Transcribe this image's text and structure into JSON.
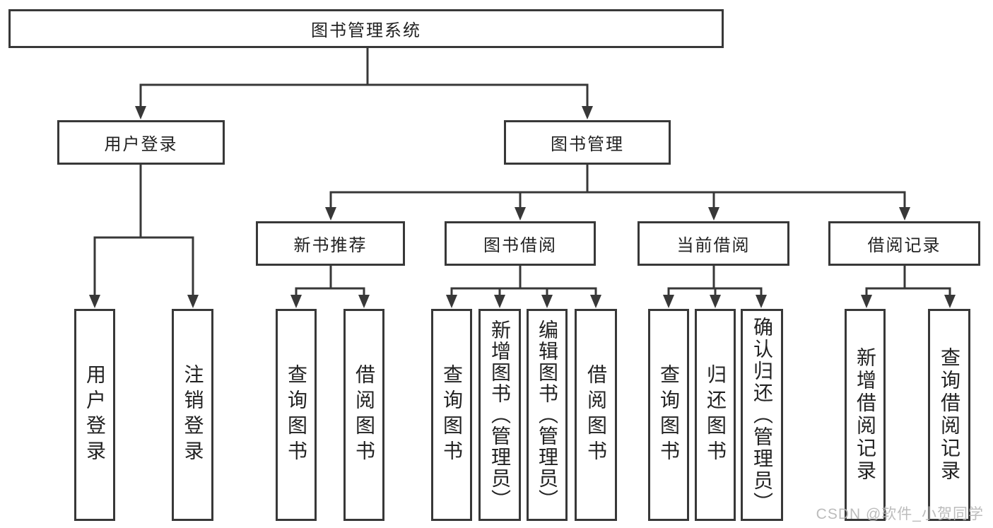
{
  "watermark": "CSDN @软件_小贺同学",
  "colors": {
    "line": "#383838",
    "text": "#222222",
    "background": "#ffffff",
    "watermark": "#b5b5b5"
  },
  "nodes": {
    "root": "图书管理系统",
    "level2": [
      "用户登录",
      "图书管理"
    ],
    "level3": [
      "新书推荐",
      "图书借阅",
      "当前借阅",
      "借阅记录"
    ],
    "leaves": [
      "用户登录",
      "注销登录",
      "查询图书",
      "借阅图书",
      "查询图书",
      "新增图书（管理员）",
      "编辑图书（管理员）",
      "借阅图书",
      "查询图书",
      "归还图书",
      "确认归还（管理员）",
      "新增借阅记录",
      "查询借阅记录"
    ]
  }
}
